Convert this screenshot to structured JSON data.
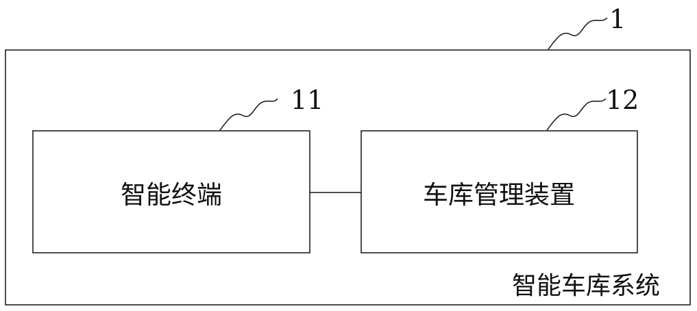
{
  "diagram": {
    "system": {
      "label": "智能车库系统",
      "ref": "1"
    },
    "nodes": [
      {
        "id": "terminal",
        "label": "智能终端",
        "ref": "11"
      },
      {
        "id": "garage-manager",
        "label": "车库管理装置",
        "ref": "12"
      }
    ],
    "edges": [
      {
        "from": "terminal",
        "to": "garage-manager"
      }
    ]
  }
}
